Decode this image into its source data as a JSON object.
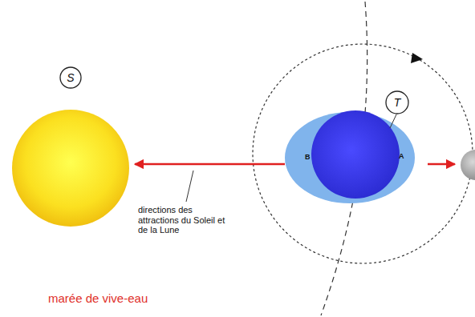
{
  "diagram": {
    "caption": "marée de vive-eau",
    "nodes": [
      {
        "text": [
          "S"
        ]
      },
      {
        "text": [
          "T"
        ]
      }
    ],
    "labels": [
      "B",
      "A",
      "directions des attractions du Soleil et de la Lune"
    ]
  }
}
